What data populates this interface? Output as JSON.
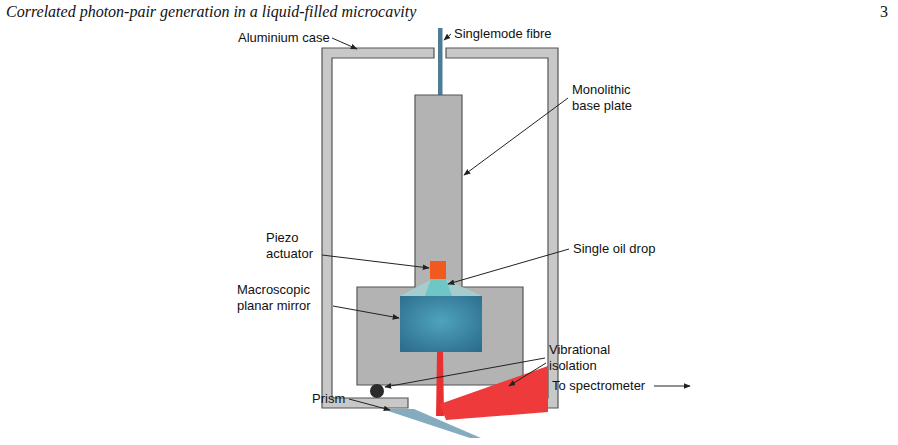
{
  "diagram": {
    "labels": [
      "Correlated photon-pair generation in a liquid-filled microcavity",
      "3",
      "Aluminium case",
      "Singlemode fibre",
      "Monolithic base plate",
      "Piezo actuator",
      "Single oil drop",
      "Macroscopic planar mirror",
      "Vibrational isolation",
      "Prism",
      "To spectrometer"
    ]
  }
}
